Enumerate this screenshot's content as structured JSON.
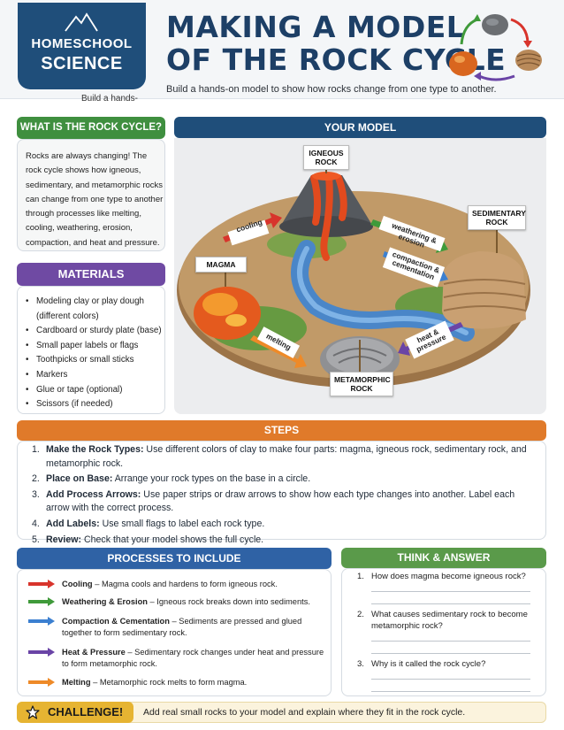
{
  "header": {
    "badge_line1": "HOMESCHOOL",
    "badge_line2": "SCIENCE",
    "title_line1": "MAKING A MODEL",
    "title_line2": "OF THE ROCK CYCLE",
    "subtitle": "Build a hands-on model to show how rocks change from one type to another.",
    "sublabel": "Build a hands-"
  },
  "what_is": {
    "heading": "WHAT IS THE ROCK CYCLE?",
    "text": "Rocks are always changing! The rock cycle shows how igneous, sedimentary, and metamorphic rocks can change from one type to another through processes like melting, cooling, weathering, erosion, compaction, and heat and pressure."
  },
  "materials": {
    "heading": "MATERIALS",
    "items": [
      "Modeling clay or play dough (different colors)",
      "Cardboard or sturdy plate (base)",
      "Small paper labels or flags",
      "Toothpicks or small sticks",
      "Markers",
      "Glue or tape (optional)",
      "Scissors (if needed)"
    ]
  },
  "model": {
    "heading": "YOUR MODEL",
    "flags": {
      "igneous": "IGNEOUS ROCK",
      "sedimentary": "SEDIMENTARY ROCK",
      "magma": "MAGMA",
      "metamorphic": "METAMORPHIC ROCK"
    },
    "arrows": {
      "cooling": "cooling",
      "weathering": "weathering & erosion",
      "compaction": "compaction & cementation",
      "heat": "heat & pressure",
      "melting": "melting"
    }
  },
  "steps": {
    "heading": "STEPS",
    "items": [
      {
        "num": "1.",
        "bold": "Make the Rock Types:",
        "text": " Use different colors of clay to make four parts: magma, igneous rock, sedimentary rock, and metamorphic rock."
      },
      {
        "num": "2.",
        "bold": "Place on Base:",
        "text": " Arrange your rock types on the base in a circle."
      },
      {
        "num": "3.",
        "bold": "Add Process Arrows:",
        "text": " Use paper strips or draw arrows to show how each type changes into another. Label each arrow with the correct process."
      },
      {
        "num": "4.",
        "bold": "Add Labels:",
        "text": " Use small flags to label each rock type."
      },
      {
        "num": "5.",
        "bold": "Review:",
        "text": " Check that your model shows the full cycle."
      }
    ]
  },
  "processes": {
    "heading": "PROCESSES TO INCLUDE",
    "items": [
      {
        "bold": "Cooling",
        "text": " – Magma cools and hardens to form igneous rock.",
        "color": "#d8342c"
      },
      {
        "bold": "Weathering & Erosion",
        "text": " – Igneous rock breaks down into sediments.",
        "color": "#3f9a3a"
      },
      {
        "bold": "Compaction & Cementation",
        "text": " – Sediments are pressed and glued together to form sedimentary rock.",
        "color": "#3b7fd0"
      },
      {
        "bold": "Heat & Pressure",
        "text": " – Sedimentary rock changes under heat and pressure to form metamorphic rock.",
        "color": "#6a44a6"
      },
      {
        "bold": "Melting",
        "text": " – Metamorphic rock melts to form magma.",
        "color": "#ee8a28"
      }
    ]
  },
  "think": {
    "heading": "THINK & ANSWER",
    "questions": [
      {
        "num": "1.",
        "text": "How does magma become igneous rock?"
      },
      {
        "num": "2.",
        "text": "What causes sedimentary rock to become metamorphic rock?"
      },
      {
        "num": "3.",
        "text": "Why is it called the rock cycle?"
      }
    ]
  },
  "challenge": {
    "label": "CHALLENGE!",
    "text": "Add real small rocks to your model and explain where they fit in the rock cycle."
  },
  "colors": {
    "navy": "#1f4e7a",
    "green": "#3f8f3f",
    "purple": "#6f4aa3",
    "orange": "#e07a2a",
    "blue": "#2f62a5",
    "gold": "#e6b432"
  }
}
